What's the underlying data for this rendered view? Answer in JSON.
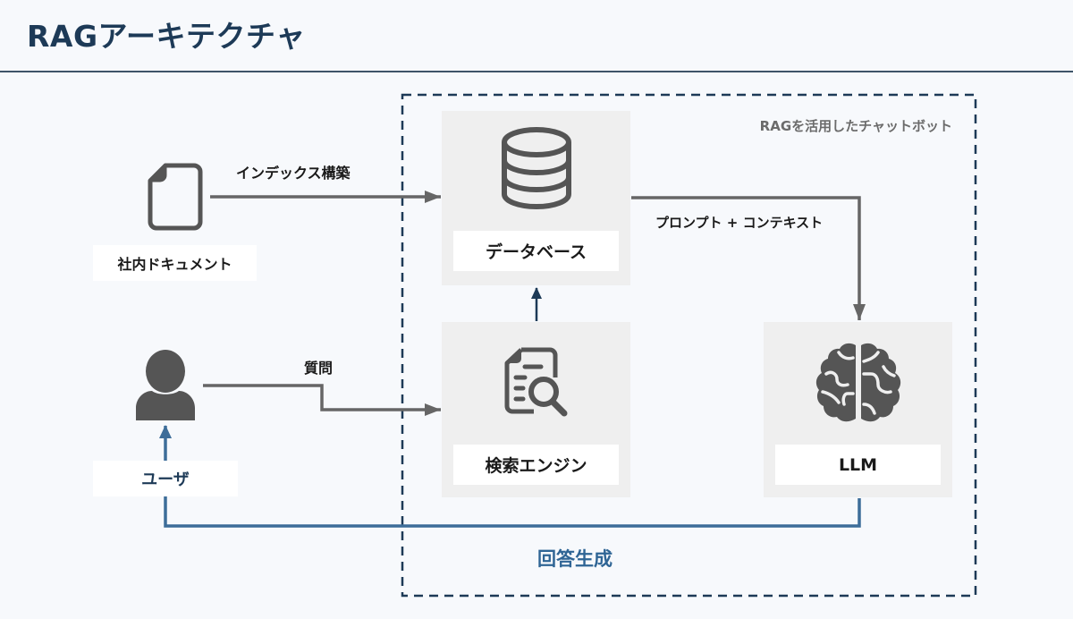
{
  "title": "RAGアーキテクチャ",
  "group": {
    "caption": "RAGを活用したチャットボット"
  },
  "nodes": {
    "documents": {
      "label": "社内ドキュメント",
      "icon": "document-icon"
    },
    "user": {
      "label": "ユーザ",
      "icon": "user-icon"
    },
    "database": {
      "label": "データベース",
      "icon": "database-icon"
    },
    "search_engine": {
      "label": "検索エンジン",
      "icon": "document-search-icon"
    },
    "llm": {
      "label": "LLM",
      "icon": "brain-icon"
    }
  },
  "edges": {
    "index_build": "インデックス構築",
    "question": "質問",
    "prompt_context": "プロンプト + コンテキスト",
    "answer_generation": "回答生成"
  },
  "colors": {
    "title": "#1d3a57",
    "flow_gray": "#666666",
    "flow_blue": "#3d6d99",
    "dashed_border": "#1d3a57",
    "answer_label": "#2f6595",
    "panel_bg": "#efefef"
  }
}
